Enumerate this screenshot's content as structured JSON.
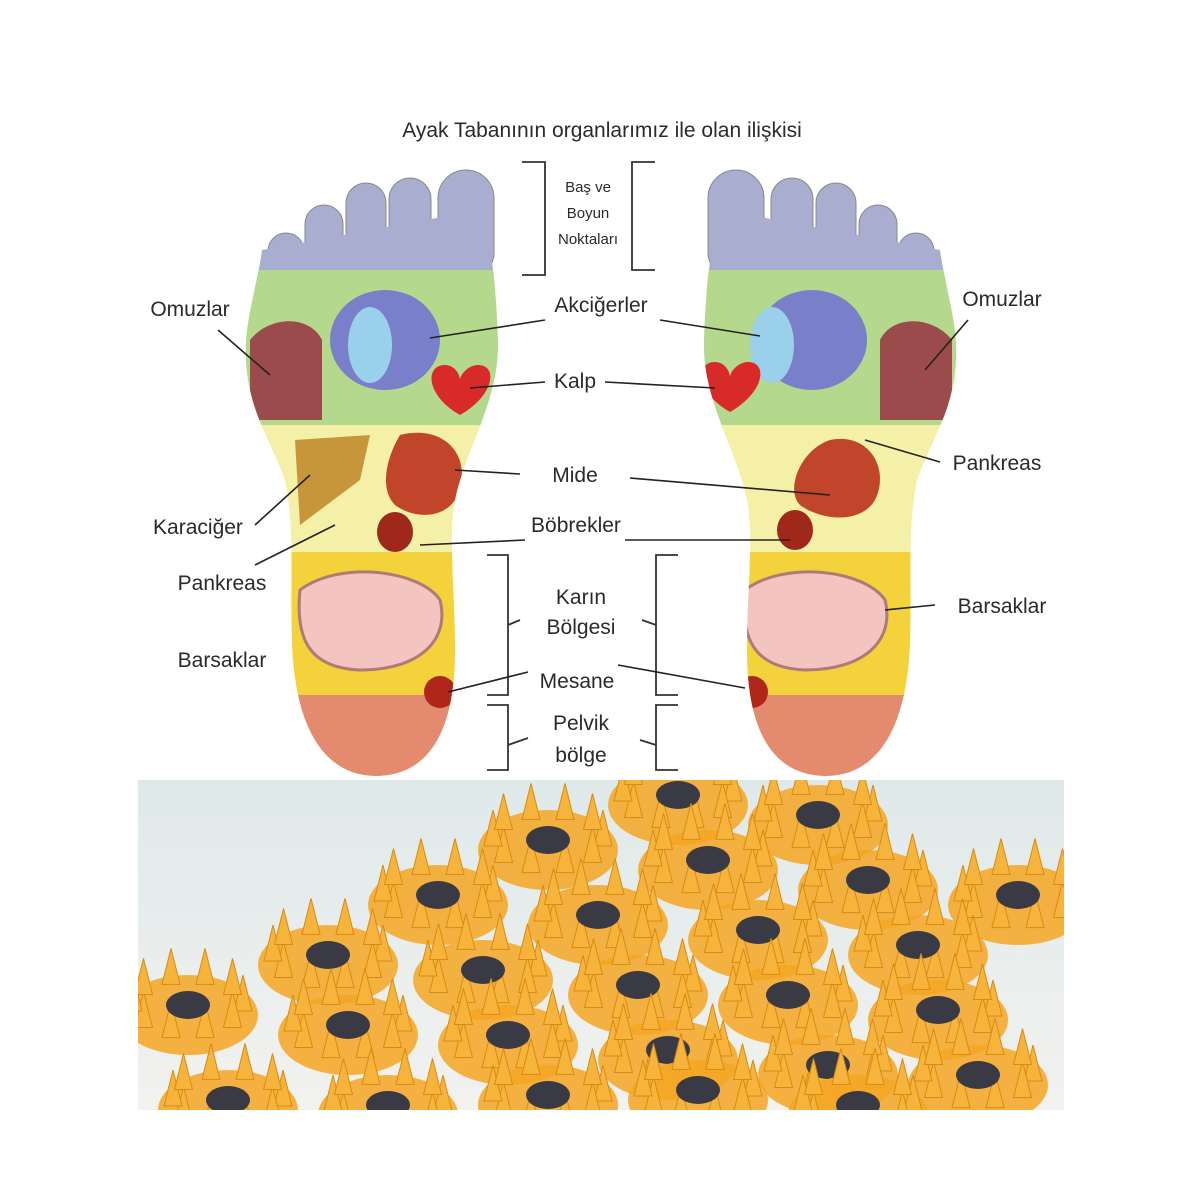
{
  "title": "Ayak Tabanının organlarımız ile olan ilişkisi",
  "labels": {
    "bas_ve_boyun": [
      "Baş ve",
      "Boyun",
      "Noktaları"
    ],
    "akcigerler": "Akciğerler",
    "kalp": "Kalp",
    "mide": "Mide",
    "bobrekler": "Böbrekler",
    "karin_bolgesi": [
      "Karın",
      "Bölgesi"
    ],
    "mesane": "Mesane",
    "pelvik_bolge": [
      "Pelvik",
      "bölge"
    ],
    "omuzlar_left": "Omuzlar",
    "omuzlar_right": "Omuzlar",
    "karaciger": "Karaciğer",
    "pankreas_left": "Pankreas",
    "pankreas_right": "Pankreas",
    "barsaklar_left": "Barsaklar",
    "barsaklar_right": "Barsaklar"
  },
  "colors": {
    "toe_zone": "#a9aed0",
    "chest_zone": "#b5d98c",
    "upper_abdomen_zone": "#f4f0a8",
    "lower_abdomen_zone": "#f3d23c",
    "pelvic_zone": "#e48b6f",
    "mat_orange": "#f5a623",
    "mat_dot": "#3a3a44"
  }
}
